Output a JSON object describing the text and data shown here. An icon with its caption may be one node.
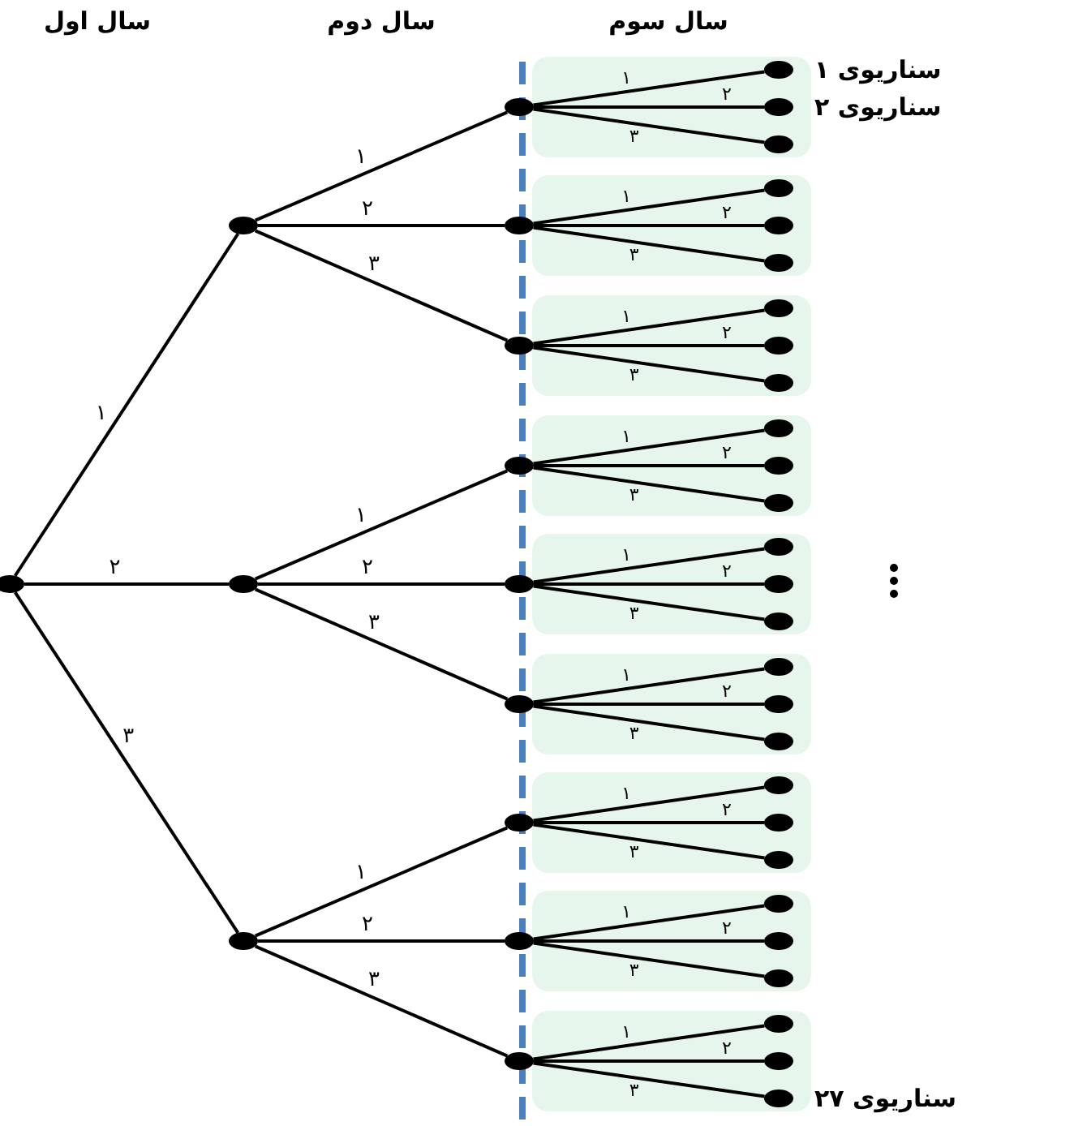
{
  "diagram": {
    "nodes": [
      {
        "text": [],
        "shape": "circle"
      },
      {
        "text": [],
        "shape": "circle"
      },
      {
        "text": [],
        "shape": "circle"
      },
      {
        "text": [],
        "shape": "circle"
      },
      {
        "text": [],
        "shape": "circle"
      },
      {
        "text": [],
        "shape": "circle"
      },
      {
        "text": [],
        "shape": "circle"
      },
      {
        "text": [],
        "shape": "circle"
      },
      {
        "text": [],
        "shape": "circle"
      },
      {
        "text": [],
        "shape": "circle"
      },
      {
        "text": [],
        "shape": "circle"
      },
      {
        "text": [],
        "shape": "circle"
      },
      {
        "text": [],
        "shape": "circle"
      },
      {
        "text": [],
        "shape": "circle",
        "beside": [
          "سناریوی ۱"
        ]
      },
      {
        "text": [],
        "shape": "circle",
        "beside": [
          "سناریوی ۲"
        ]
      },
      {
        "text": [],
        "shape": "circle"
      },
      {
        "text": [],
        "shape": "circle"
      },
      {
        "text": [],
        "shape": "circle"
      },
      {
        "text": [],
        "shape": "circle"
      },
      {
        "text": [],
        "shape": "circle"
      },
      {
        "text": [],
        "shape": "circle"
      },
      {
        "text": [],
        "shape": "circle"
      },
      {
        "text": [],
        "shape": "circle"
      },
      {
        "text": [],
        "shape": "circle"
      },
      {
        "text": [],
        "shape": "circle"
      },
      {
        "text": [],
        "shape": "circle"
      },
      {
        "text": [],
        "shape": "circle"
      },
      {
        "text": [],
        "shape": "circle"
      },
      {
        "text": [],
        "shape": "circle"
      },
      {
        "text": [],
        "shape": "circle"
      },
      {
        "text": [],
        "shape": "circle"
      },
      {
        "text": [],
        "shape": "circle"
      },
      {
        "text": [],
        "shape": "circle"
      },
      {
        "text": [],
        "shape": "circle"
      },
      {
        "text": [],
        "shape": "circle"
      },
      {
        "text": [],
        "shape": "circle"
      },
      {
        "text": [],
        "shape": "circle"
      },
      {
        "text": [],
        "shape": "circle"
      },
      {
        "text": [],
        "shape": "circle"
      },
      {
        "text": [],
        "shape": "circle",
        "beside": [
          "سناریوی ۲۷"
        ]
      }
    ],
    "edges": [
      {
        "from": 0,
        "to": 1,
        "arrow": "none",
        "label": "۱"
      },
      {
        "from": 0,
        "to": 2,
        "arrow": "none",
        "label": "۲"
      },
      {
        "from": 0,
        "to": 3,
        "arrow": "none",
        "label": "۳"
      },
      {
        "from": 1,
        "to": 4,
        "arrow": "none",
        "label": "۱"
      },
      {
        "from": 1,
        "to": 5,
        "arrow": "none",
        "label": "۲"
      },
      {
        "from": 1,
        "to": 6,
        "arrow": "none",
        "label": "۳"
      },
      {
        "from": 2,
        "to": 7,
        "arrow": "none",
        "label": "۱"
      },
      {
        "from": 2,
        "to": 8,
        "arrow": "none",
        "label": "۲"
      },
      {
        "from": 2,
        "to": 9,
        "arrow": "none",
        "label": "۳"
      },
      {
        "from": 3,
        "to": 10,
        "arrow": "none",
        "label": "۱"
      },
      {
        "from": 3,
        "to": 11,
        "arrow": "none",
        "label": "۲"
      },
      {
        "from": 3,
        "to": 12,
        "arrow": "none",
        "label": "۳"
      },
      {
        "from": 4,
        "to": 13,
        "arrow": "none",
        "label": "۱"
      },
      {
        "from": 4,
        "to": 14,
        "arrow": "none",
        "label": "۲"
      },
      {
        "from": 4,
        "to": 15,
        "arrow": "none",
        "label": "۳"
      },
      {
        "from": 5,
        "to": 16,
        "arrow": "none",
        "label": "۱"
      },
      {
        "from": 5,
        "to": 17,
        "arrow": "none",
        "label": "۲"
      },
      {
        "from": 5,
        "to": 18,
        "arrow": "none",
        "label": "۳"
      },
      {
        "from": 6,
        "to": 19,
        "arrow": "none",
        "label": "۱"
      },
      {
        "from": 6,
        "to": 20,
        "arrow": "none",
        "label": "۲"
      },
      {
        "from": 6,
        "to": 21,
        "arrow": "none",
        "label": "۳"
      },
      {
        "from": 7,
        "to": 22,
        "arrow": "none",
        "label": "۱"
      },
      {
        "from": 7,
        "to": 23,
        "arrow": "none",
        "label": "۲"
      },
      {
        "from": 7,
        "to": 24,
        "arrow": "none",
        "label": "۳"
      },
      {
        "from": 8,
        "to": 25,
        "arrow": "none",
        "label": "۱"
      },
      {
        "from": 8,
        "to": 26,
        "arrow": "none",
        "label": "۲"
      },
      {
        "from": 8,
        "to": 27,
        "arrow": "none",
        "label": "۳"
      },
      {
        "from": 9,
        "to": 28,
        "arrow": "none",
        "label": "۱"
      },
      {
        "from": 9,
        "to": 29,
        "arrow": "none",
        "label": "۲"
      },
      {
        "from": 9,
        "to": 30,
        "arrow": "none",
        "label": "۳"
      },
      {
        "from": 10,
        "to": 31,
        "arrow": "none",
        "label": "۱"
      },
      {
        "from": 10,
        "to": 32,
        "arrow": "none",
        "label": "۲"
      },
      {
        "from": 10,
        "to": 33,
        "arrow": "none",
        "label": "۳"
      },
      {
        "from": 11,
        "to": 34,
        "arrow": "none",
        "label": "۱"
      },
      {
        "from": 11,
        "to": 35,
        "arrow": "none",
        "label": "۲"
      },
      {
        "from": 11,
        "to": 36,
        "arrow": "none",
        "label": "۳"
      },
      {
        "from": 12,
        "to": 37,
        "arrow": "none",
        "label": "۱"
      },
      {
        "from": 12,
        "to": 38,
        "arrow": "none",
        "label": "۲"
      },
      {
        "from": 12,
        "to": 39,
        "arrow": "none",
        "label": "۳"
      }
    ],
    "labels": [
      "سال اول",
      "سال دوم",
      "سال سوم"
    ]
  }
}
